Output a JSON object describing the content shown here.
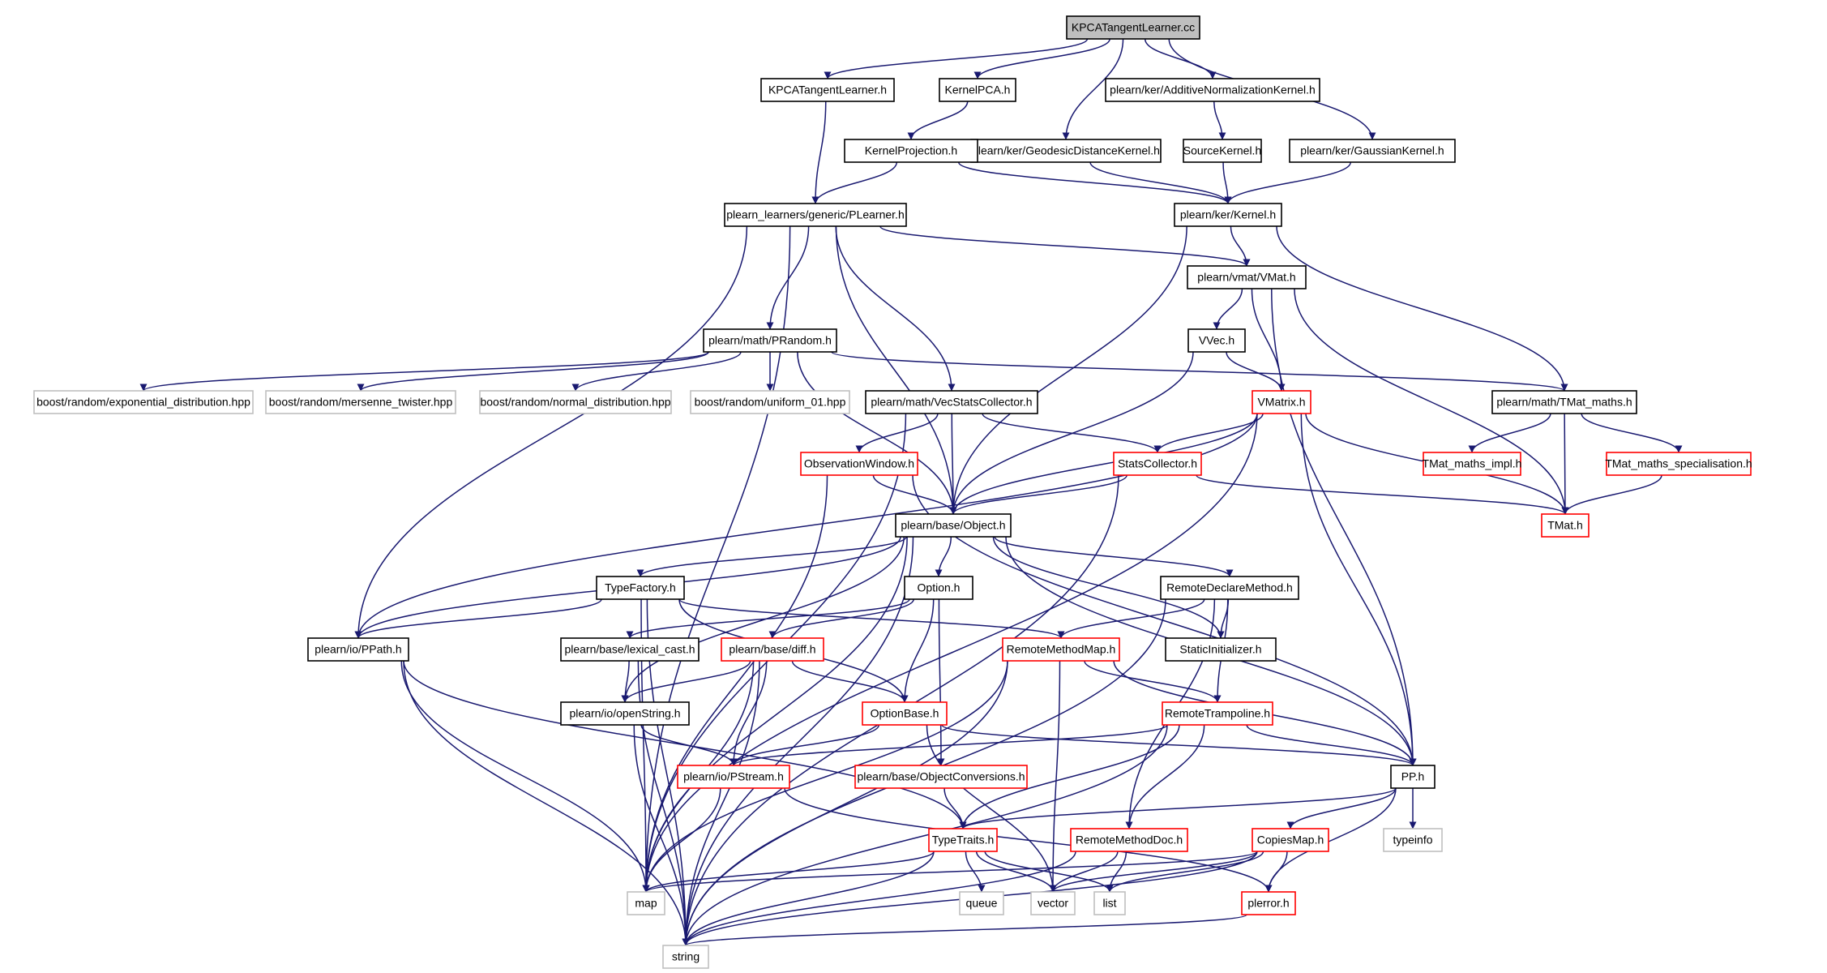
{
  "colors": {
    "edge": "#191970",
    "border_black": "#000000",
    "border_red": "#ff0000",
    "border_gray": "#bfbfbf",
    "fill_root": "#bfbfbf",
    "fill_default": "#ffffff",
    "text_default": "#000000",
    "text_gray": "#000000"
  },
  "nodes": [
    {
      "id": "root",
      "label": "KPCATangentLearner.cc",
      "style": "root"
    },
    {
      "id": "kpcah",
      "label": "KPCATangentLearner.h",
      "style": "black"
    },
    {
      "id": "kernelpca",
      "label": "KernelPCA.h",
      "style": "black"
    },
    {
      "id": "addnorm",
      "label": "plearn/ker/AdditiveNormalizationKernel.h",
      "style": "black"
    },
    {
      "id": "geodesic",
      "label": "plearn/ker/GeodesicDistanceKernel.h",
      "style": "black"
    },
    {
      "id": "kproj",
      "label": "KernelProjection.h",
      "style": "black"
    },
    {
      "id": "source",
      "label": "SourceKernel.h",
      "style": "black"
    },
    {
      "id": "gauss",
      "label": "plearn/ker/GaussianKernel.h",
      "style": "black"
    },
    {
      "id": "plearner",
      "label": "plearn_learners/generic/PLearner.h",
      "style": "black"
    },
    {
      "id": "kernel",
      "label": "plearn/ker/Kernel.h",
      "style": "black"
    },
    {
      "id": "vmat",
      "label": "plearn/vmat/VMat.h",
      "style": "black"
    },
    {
      "id": "prandom",
      "label": "plearn/math/PRandom.h",
      "style": "black"
    },
    {
      "id": "vvec",
      "label": "VVec.h",
      "style": "black"
    },
    {
      "id": "expdist",
      "label": "boost/random/exponential_distribution.hpp",
      "style": "gray"
    },
    {
      "id": "mersenne",
      "label": "boost/random/mersenne_twister.hpp",
      "style": "gray"
    },
    {
      "id": "normdist",
      "label": "boost/random/normal_distribution.hpp",
      "style": "gray"
    },
    {
      "id": "uniform",
      "label": "boost/random/uniform_01.hpp",
      "style": "gray"
    },
    {
      "id": "vecstats",
      "label": "plearn/math/VecStatsCollector.h",
      "style": "black"
    },
    {
      "id": "vmatrix",
      "label": "VMatrix.h",
      "style": "red"
    },
    {
      "id": "tmatmaths",
      "label": "plearn/math/TMat_maths.h",
      "style": "black"
    },
    {
      "id": "obswin",
      "label": "ObservationWindow.h",
      "style": "red"
    },
    {
      "id": "statscoll",
      "label": "StatsCollector.h",
      "style": "red"
    },
    {
      "id": "tmatimpl",
      "label": "TMat_maths_impl.h",
      "style": "red"
    },
    {
      "id": "tmatspec",
      "label": "TMat_maths_specialisation.h",
      "style": "red"
    },
    {
      "id": "object",
      "label": "plearn/base/Object.h",
      "style": "black"
    },
    {
      "id": "tmat",
      "label": "TMat.h",
      "style": "red"
    },
    {
      "id": "typefactory",
      "label": "TypeFactory.h",
      "style": "black"
    },
    {
      "id": "option",
      "label": "Option.h",
      "style": "black"
    },
    {
      "id": "remotedecl",
      "label": "RemoteDeclareMethod.h",
      "style": "black"
    },
    {
      "id": "ppath",
      "label": "plearn/io/PPath.h",
      "style": "black"
    },
    {
      "id": "lexcast",
      "label": "plearn/base/lexical_cast.h",
      "style": "black"
    },
    {
      "id": "diff",
      "label": "plearn/base/diff.h",
      "style": "red"
    },
    {
      "id": "remotemap",
      "label": "RemoteMethodMap.h",
      "style": "red"
    },
    {
      "id": "staticinit",
      "label": "StaticInitializer.h",
      "style": "black"
    },
    {
      "id": "openstring",
      "label": "plearn/io/openString.h",
      "style": "black"
    },
    {
      "id": "optionbase",
      "label": "OptionBase.h",
      "style": "red"
    },
    {
      "id": "remotetramp",
      "label": "RemoteTrampoline.h",
      "style": "red"
    },
    {
      "id": "pstream",
      "label": "plearn/io/PStream.h",
      "style": "red"
    },
    {
      "id": "objconv",
      "label": "plearn/base/ObjectConversions.h",
      "style": "red"
    },
    {
      "id": "pp",
      "label": "PP.h",
      "style": "black"
    },
    {
      "id": "typetraits",
      "label": "TypeTraits.h",
      "style": "red"
    },
    {
      "id": "remotedoc",
      "label": "RemoteMethodDoc.h",
      "style": "red"
    },
    {
      "id": "copiesmap",
      "label": "CopiesMap.h",
      "style": "red"
    },
    {
      "id": "typeinfo",
      "label": "typeinfo",
      "style": "gray"
    },
    {
      "id": "map",
      "label": "map",
      "style": "gray"
    },
    {
      "id": "queue",
      "label": "queue",
      "style": "gray"
    },
    {
      "id": "vector",
      "label": "vector",
      "style": "gray"
    },
    {
      "id": "list",
      "label": "list",
      "style": "gray"
    },
    {
      "id": "plerror",
      "label": "plerror.h",
      "style": "red"
    },
    {
      "id": "string",
      "label": "string",
      "style": "gray"
    }
  ],
  "edges": [
    [
      "root",
      "kpcah"
    ],
    [
      "root",
      "kernelpca"
    ],
    [
      "root",
      "geodesic"
    ],
    [
      "root",
      "addnorm"
    ],
    [
      "root",
      "gauss"
    ],
    [
      "kpcah",
      "plearner"
    ],
    [
      "kernelpca",
      "kproj"
    ],
    [
      "kproj",
      "plearner"
    ],
    [
      "kproj",
      "kernel"
    ],
    [
      "geodesic",
      "kernel"
    ],
    [
      "addnorm",
      "source"
    ],
    [
      "source",
      "kernel"
    ],
    [
      "gauss",
      "kernel"
    ],
    [
      "plearner",
      "prandom"
    ],
    [
      "plearner",
      "vecstats"
    ],
    [
      "plearner",
      "vmat"
    ],
    [
      "plearner",
      "ppath"
    ],
    [
      "plearner",
      "object"
    ],
    [
      "plearner",
      "map"
    ],
    [
      "kernel",
      "vmat"
    ],
    [
      "kernel",
      "object"
    ],
    [
      "kernel",
      "tmatmaths"
    ],
    [
      "vmat",
      "vvec"
    ],
    [
      "vmat",
      "vmatrix"
    ],
    [
      "vmat",
      "tmat"
    ],
    [
      "vmat",
      "pp"
    ],
    [
      "vvec",
      "vmatrix"
    ],
    [
      "vvec",
      "object"
    ],
    [
      "prandom",
      "expdist"
    ],
    [
      "prandom",
      "mersenne"
    ],
    [
      "prandom",
      "normdist"
    ],
    [
      "prandom",
      "uniform"
    ],
    [
      "prandom",
      "tmatmaths"
    ],
    [
      "prandom",
      "object"
    ],
    [
      "vecstats",
      "obswin"
    ],
    [
      "vecstats",
      "statscoll"
    ],
    [
      "vecstats",
      "object"
    ],
    [
      "vecstats",
      "map"
    ],
    [
      "vmatrix",
      "statscoll"
    ],
    [
      "vmatrix",
      "object"
    ],
    [
      "vmatrix",
      "tmat"
    ],
    [
      "vmatrix",
      "pp"
    ],
    [
      "vmatrix",
      "ppath"
    ],
    [
      "vmatrix",
      "map"
    ],
    [
      "tmatmaths",
      "tmatimpl"
    ],
    [
      "tmatmaths",
      "tmatspec"
    ],
    [
      "tmatmaths",
      "tmat"
    ],
    [
      "tmatspec",
      "tmat"
    ],
    [
      "obswin",
      "object"
    ],
    [
      "obswin",
      "map"
    ],
    [
      "obswin",
      "pp"
    ],
    [
      "statscoll",
      "object"
    ],
    [
      "statscoll",
      "tmat"
    ],
    [
      "statscoll",
      "string"
    ],
    [
      "object",
      "typefactory"
    ],
    [
      "object",
      "option"
    ],
    [
      "object",
      "remotedecl"
    ],
    [
      "object",
      "ppath"
    ],
    [
      "object",
      "openstring"
    ],
    [
      "object",
      "staticinit"
    ],
    [
      "object",
      "pp"
    ],
    [
      "object",
      "map"
    ],
    [
      "object",
      "string"
    ],
    [
      "typefactory",
      "ppath"
    ],
    [
      "typefactory",
      "optionbase"
    ],
    [
      "typefactory",
      "remotemap"
    ],
    [
      "typefactory",
      "map"
    ],
    [
      "typefactory",
      "string"
    ],
    [
      "option",
      "lexcast"
    ],
    [
      "option",
      "diff"
    ],
    [
      "option",
      "optionbase"
    ],
    [
      "option",
      "objconv"
    ],
    [
      "remotedecl",
      "remotemap"
    ],
    [
      "remotedecl",
      "staticinit"
    ],
    [
      "remotedecl",
      "remotetramp"
    ],
    [
      "remotedecl",
      "remotedoc"
    ],
    [
      "remotedecl",
      "string"
    ],
    [
      "ppath",
      "typetraits"
    ],
    [
      "ppath",
      "map"
    ],
    [
      "ppath",
      "string"
    ],
    [
      "lexcast",
      "openstring"
    ],
    [
      "lexcast",
      "string"
    ],
    [
      "diff",
      "openstring"
    ],
    [
      "diff",
      "optionbase"
    ],
    [
      "diff",
      "pstream"
    ],
    [
      "diff",
      "map"
    ],
    [
      "diff",
      "string"
    ],
    [
      "remotemap",
      "remotetramp"
    ],
    [
      "remotemap",
      "pp"
    ],
    [
      "remotemap",
      "map"
    ],
    [
      "remotemap",
      "vector"
    ],
    [
      "remotemap",
      "string"
    ],
    [
      "openstring",
      "pstream"
    ],
    [
      "openstring",
      "string"
    ],
    [
      "optionbase",
      "pstream"
    ],
    [
      "optionbase",
      "pp"
    ],
    [
      "optionbase",
      "vector"
    ],
    [
      "remotetramp",
      "pstream"
    ],
    [
      "remotetramp",
      "pp"
    ],
    [
      "remotetramp",
      "typetraits"
    ],
    [
      "remotetramp",
      "remotedoc"
    ],
    [
      "remotetramp",
      "string"
    ],
    [
      "pstream",
      "map"
    ],
    [
      "pstream",
      "plerror"
    ],
    [
      "objconv",
      "typetraits"
    ],
    [
      "pp",
      "typetraits"
    ],
    [
      "pp",
      "copiesmap"
    ],
    [
      "pp",
      "typeinfo"
    ],
    [
      "pp",
      "plerror"
    ],
    [
      "typetraits",
      "map"
    ],
    [
      "typetraits",
      "queue"
    ],
    [
      "typetraits",
      "vector"
    ],
    [
      "typetraits",
      "list"
    ],
    [
      "typetraits",
      "string"
    ],
    [
      "remotedoc",
      "vector"
    ],
    [
      "remotedoc",
      "list"
    ],
    [
      "remotedoc",
      "string"
    ],
    [
      "copiesmap",
      "map"
    ],
    [
      "copiesmap",
      "vector"
    ],
    [
      "copiesmap",
      "list"
    ],
    [
      "copiesmap",
      "plerror"
    ],
    [
      "copiesmap",
      "string"
    ],
    [
      "plerror",
      "string"
    ]
  ]
}
